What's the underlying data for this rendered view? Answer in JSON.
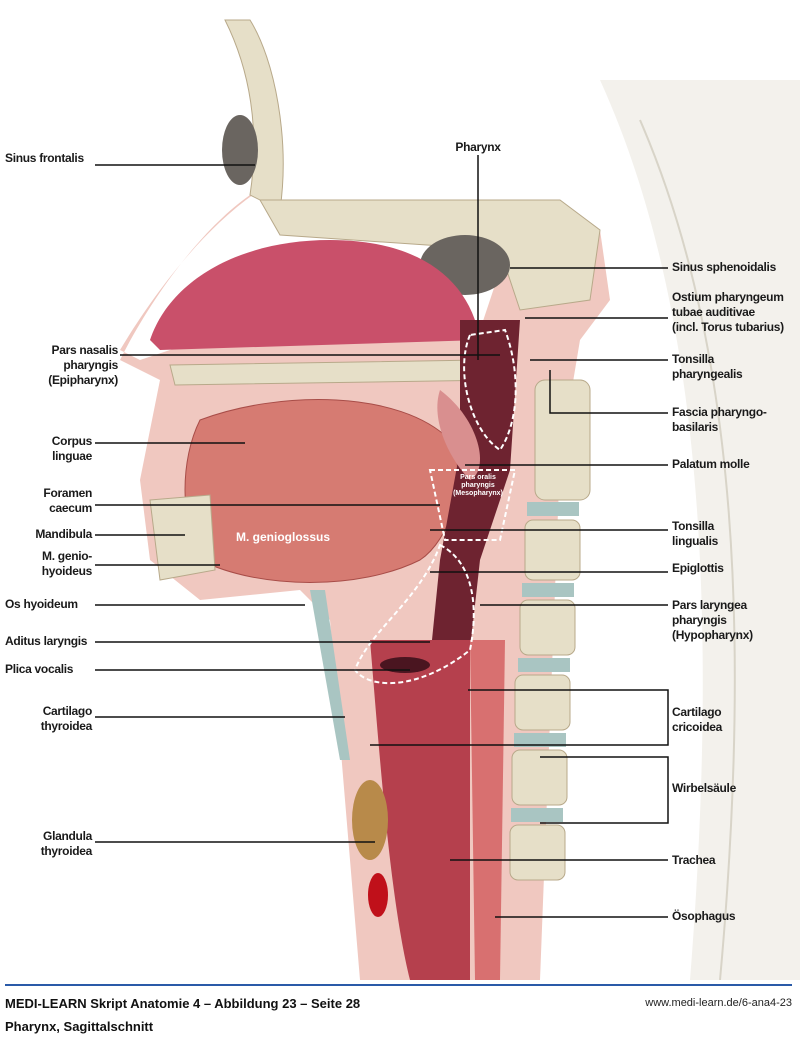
{
  "title": "Pharynx",
  "labels_left": {
    "sinus_frontalis": "Sinus frontalis",
    "pars_nasalis": [
      "Pars nasalis",
      "pharyngis",
      "(Epipharynx)"
    ],
    "corpus_linguae": [
      "Corpus",
      "linguae"
    ],
    "foramen_caecum": [
      "Foramen",
      "caecum"
    ],
    "mandibula": "Mandibula",
    "m_geniohyoideus": [
      "M. genio-",
      "hyoideus"
    ],
    "os_hyoideum": "Os hyoideum",
    "aditus_laryngis": "Aditus laryngis",
    "plica_vocalis": "Plica vocalis",
    "cartilago_thyroidea": [
      "Cartilago",
      "thyroidea"
    ],
    "glandula_thyroidea": [
      "Glandula",
      "thyroidea"
    ]
  },
  "labels_right": {
    "sinus_sphenoidalis": "Sinus sphenoidalis",
    "ostium": [
      "Ostium pharyngeum",
      "tubae auditivae",
      "(incl. Torus tubarius)"
    ],
    "tonsilla_pharyngealis": [
      "Tonsilla",
      "pharyngealis"
    ],
    "fascia": [
      "Fascia pharyngo-",
      "basilaris"
    ],
    "palatum_molle": "Palatum molle",
    "tonsilla_lingualis": [
      "Tonsilla",
      "lingualis"
    ],
    "epiglottis": "Epiglottis",
    "pars_laryngea": [
      "Pars laryngea",
      "pharyngis",
      "(Hypopharynx)"
    ],
    "cartilago_cricoidea": [
      "Cartilago",
      "cricoidea"
    ],
    "wirbelsaeule": "Wirbelsäule",
    "trachea": "Trachea",
    "oesophagus": "Ösophagus"
  },
  "inner_labels": {
    "m_genioglossus": "M. genioglossus",
    "pars_oralis": [
      "Pars oralis",
      "pharyngis",
      "(Mesopharynx)"
    ]
  },
  "footer": {
    "source": "MEDI-LEARN Skript Anatomie 4 – Abbildung 23 – Seite 28",
    "caption": "Pharynx, Sagittalschnitt",
    "url": "www.medi-learn.de/6-ana4-23"
  },
  "colors": {
    "accent": "#2a5aa8",
    "tissue": "#d9727a",
    "bone": "#e6dfc8"
  }
}
